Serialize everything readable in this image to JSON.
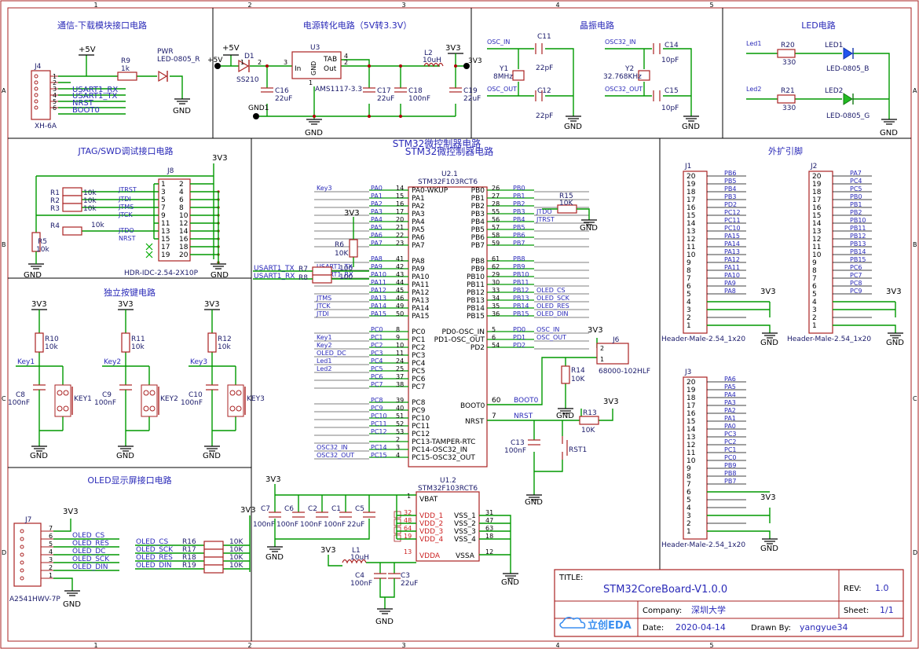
{
  "border": {
    "cols": [
      "1",
      "2",
      "3",
      "4",
      "5"
    ],
    "rows": [
      "A",
      "B",
      "C",
      "D"
    ]
  },
  "sections": {
    "comm": "通信-下载模块接口电路",
    "power": "电源转化电路（5V转3.3V）",
    "crystal": "晶振电路",
    "led": "LED电路",
    "jtag": "JTAG/SWD调试接口电路",
    "mcu_a": "STM32微控制器电路",
    "mcu_b": "STM32微控制器电路",
    "ext": "外扩引脚",
    "keys": "独立按键电路",
    "oled": "OLED显示屏接口电路"
  },
  "comm": {
    "j4": "J4",
    "j4_type": "XH-6A",
    "p5v": "+5V",
    "r9": "R9",
    "r9v": "1k",
    "pwr": "PWR",
    "pwr_type": "LED-0805_R",
    "gnd": "GND",
    "pins": [
      "1",
      "2",
      "3",
      "4",
      "5",
      "6"
    ],
    "nets": [
      "USART1_RX",
      "USART1_TX",
      "NRST",
      "BOOT0"
    ]
  },
  "power": {
    "p5v": "+5V",
    "p5v_in": "+5V",
    "d1": "D1",
    "d1_type": "SS210",
    "u3": "U3",
    "u3_in": "In",
    "u3_gnd": "GND",
    "u3_tab": "TAB",
    "u3_out": "Out",
    "u3_type": "AMS1117-3.3",
    "u3_p3": "3",
    "u3_p4": "4",
    "u3_p2": "2",
    "u3_p1": "1",
    "c16": "C16",
    "c16v": "22uF",
    "c17": "C17",
    "c17v": "22uF",
    "c18": "C18",
    "c18v": "100nF",
    "c19": "C19",
    "c19v": "22uF",
    "l2": "L2",
    "l2v": "10uH",
    "v33": "3V3",
    "v33_out": "3V3",
    "gnd1": "GND1",
    "gnd": "GND",
    "d1_p1": "1",
    "d1_p2": "2"
  },
  "crystal": {
    "osc_in": "OSC_IN",
    "osc_out": "OSC_OUT",
    "y1": "Y1",
    "y1v": "8MHz",
    "c11": "C11",
    "c11v": "22pF",
    "c12": "C12",
    "c12v": "22pF",
    "osc32_in": "OSC32_IN",
    "osc32_out": "OSC32_OUT",
    "y2": "Y2",
    "y2v": "32.768KHz",
    "c14": "C14",
    "c14v": "10pF",
    "c15": "C15",
    "c15v": "10pF",
    "gnd": "GND"
  },
  "led": {
    "led1_net": "Led1",
    "led2_net": "Led2",
    "r20": "R20",
    "r20v": "330",
    "r21": "R21",
    "r21v": "330",
    "led1": "LED1",
    "led1_type": "LED-0805_B",
    "led2": "LED2",
    "led2_type": "LED-0805_G",
    "gnd": "GND"
  },
  "jtag": {
    "j8": "J8",
    "j8_type": "HDR-IDC-2.54-2X10P",
    "v33": "3V3",
    "gnd": "GND",
    "r1": "R1",
    "r2": "R2",
    "r3": "R3",
    "r4": "R4",
    "r5": "R5",
    "rv": "10k",
    "nets": [
      "JTRST",
      "JTDI",
      "JTMS",
      "JTCK",
      "JTDO",
      "NRST"
    ],
    "left_pins": [
      "1",
      "3",
      "5",
      "7",
      "9",
      "11",
      "13",
      "15",
      "17",
      "19"
    ],
    "right_pins": [
      "2",
      "4",
      "6",
      "8",
      "10",
      "12",
      "14",
      "16",
      "18",
      "20"
    ]
  },
  "mcu": {
    "u21": "U2.1",
    "u21_type": "STM32F103RCT6",
    "left_a": [
      {
        "net": "Key3",
        "pa": "PA0",
        "n": "14",
        "p": "PA0-WKUP"
      },
      {
        "net": "",
        "pa": "PA1",
        "n": "15",
        "p": "PA1"
      },
      {
        "net": "",
        "pa": "PA2",
        "n": "16",
        "p": "PA2"
      },
      {
        "net": "",
        "pa": "PA3",
        "n": "17",
        "p": "PA3"
      },
      {
        "net": "",
        "pa": "PA4",
        "n": "20",
        "p": "PA4"
      },
      {
        "net": "",
        "pa": "PA5",
        "n": "21",
        "p": "PA5"
      },
      {
        "net": "",
        "pa": "PA6",
        "n": "22",
        "p": "PA6"
      },
      {
        "net": "",
        "pa": "PA7",
        "n": "23",
        "p": "PA7"
      }
    ],
    "left_b": [
      {
        "net": "",
        "pa": "PA8",
        "n": "41",
        "p": "PA8"
      },
      {
        "net": "USART1_TX",
        "pa": "PA9",
        "n": "42",
        "p": "PA9"
      },
      {
        "net": "USART1_RX",
        "pa": "PA10",
        "n": "43",
        "p": "PA10"
      },
      {
        "net": "",
        "pa": "PA11",
        "n": "44",
        "p": "PA11"
      },
      {
        "net": "",
        "pa": "PA12",
        "n": "45",
        "p": "PA12"
      },
      {
        "net": "JTMS",
        "pa": "PA13",
        "n": "46",
        "p": "PA13"
      },
      {
        "net": "JTCK",
        "pa": "PA14",
        "n": "49",
        "p": "PA14"
      },
      {
        "net": "JTDI",
        "pa": "PA15",
        "n": "50",
        "p": "PA15"
      }
    ],
    "left_c": [
      {
        "net": "",
        "pa": "PC0",
        "n": "8",
        "p": "PC0"
      },
      {
        "net": "Key1",
        "pa": "PC1",
        "n": "9",
        "p": "PC1"
      },
      {
        "net": "Key2",
        "pa": "PC2",
        "n": "10",
        "p": "PC2"
      },
      {
        "net": "OLED_DC",
        "pa": "PC3",
        "n": "11",
        "p": "PC3"
      },
      {
        "net": "Led1",
        "pa": "PC4",
        "n": "24",
        "p": "PC4"
      },
      {
        "net": "Led2",
        "pa": "PC5",
        "n": "25",
        "p": "PC5"
      },
      {
        "net": "",
        "pa": "PC6",
        "n": "37",
        "p": "PC6"
      },
      {
        "net": "",
        "pa": "PC7",
        "n": "38",
        "p": "PC7"
      }
    ],
    "left_d": [
      {
        "net": "",
        "pa": "PC8",
        "n": "39",
        "p": "PC8"
      },
      {
        "net": "",
        "pa": "PC9",
        "n": "40",
        "p": "PC9"
      },
      {
        "net": "",
        "pa": "PC10",
        "n": "51",
        "p": "PC10"
      },
      {
        "net": "",
        "pa": "PC11",
        "n": "52",
        "p": "PC11"
      },
      {
        "net": "",
        "pa": "PC12",
        "n": "53",
        "p": "PC12"
      },
      {
        "net": "",
        "pa": "",
        "n": "2",
        "p": "PC13-TAMPER-RTC"
      },
      {
        "net": "OSC32_IN",
        "pa": "PC14",
        "n": "3",
        "p": "PC14-OSC32_IN"
      },
      {
        "net": "OSC32_OUT",
        "pa": "PC15",
        "n": "4",
        "p": "PC15-OSC32_OUT"
      }
    ],
    "right_a": [
      {
        "p": "PB0",
        "n": "26",
        "pb": "PB0",
        "net": ""
      },
      {
        "p": "PB1",
        "n": "27",
        "pb": "PB1",
        "net": ""
      },
      {
        "p": "PB2",
        "n": "28",
        "pb": "PB2",
        "net": ""
      },
      {
        "p": "PB3",
        "n": "55",
        "pb": "PB3",
        "net": "JTDO"
      },
      {
        "p": "PB4",
        "n": "56",
        "pb": "PB4",
        "net": "JTRST"
      },
      {
        "p": "PB5",
        "n": "57",
        "pb": "PB5",
        "net": ""
      },
      {
        "p": "PB6",
        "n": "58",
        "pb": "PB6",
        "net": ""
      },
      {
        "p": "PB7",
        "n": "59",
        "pb": "PB7",
        "net": ""
      }
    ],
    "right_b": [
      {
        "p": "PB8",
        "n": "61",
        "pb": "PB8",
        "net": ""
      },
      {
        "p": "PB9",
        "n": "62",
        "pb": "PB9",
        "net": ""
      },
      {
        "p": "PB10",
        "n": "29",
        "pb": "PB10",
        "net": ""
      },
      {
        "p": "PB11",
        "n": "30",
        "pb": "PB11",
        "net": ""
      },
      {
        "p": "PB12",
        "n": "33",
        "pb": "PB12",
        "net": "OLED_CS"
      },
      {
        "p": "PB13",
        "n": "34",
        "pb": "PB13",
        "net": "OLED_SCK"
      },
      {
        "p": "PB14",
        "n": "35",
        "pb": "PB14",
        "net": "OLED_RES"
      },
      {
        "p": "PB15",
        "n": "36",
        "pb": "PB15",
        "net": "OLED_DIN"
      }
    ],
    "right_c": [
      {
        "p": "PD0-OSC_IN",
        "n": "5",
        "pb": "PD0",
        "net": "OSC_IN"
      },
      {
        "p": "PD1-OSC_OUT",
        "n": "6",
        "pb": "PD1",
        "net": "OSC_OUT"
      },
      {
        "p": "PD2",
        "n": "54",
        "pb": "PD2",
        "net": ""
      }
    ],
    "boot0_p": "BOOT0",
    "boot0_n": "60",
    "boot0_net": "BOOT0",
    "nrst_p": "NRST",
    "nrst_n": "7",
    "nrst_net": "NRST",
    "r15": "R15",
    "r15v": "10K",
    "r6": "R6",
    "r6v": "10K",
    "r7": "R7",
    "r8": "R8",
    "r78v": "100",
    "usart_tx": "USART1_TX",
    "usart_rx": "USART1_RX",
    "j6": "J6",
    "j6_type": "68000-102HLF",
    "r14": "R14",
    "r14v": "10K",
    "r13": "R13",
    "r13v": "10K",
    "c13": "C13",
    "c13v": "100nF",
    "rst1": "RST1",
    "v33": "3V3",
    "gnd": "GND"
  },
  "mcu2": {
    "u12": "U1.2",
    "u12_type": "STM32F103RCT6",
    "vbat": "VBAT",
    "vbat_n": "1",
    "vdd": [
      {
        "p": "VDD_1",
        "n": "32"
      },
      {
        "p": "VDD_2",
        "n": "48"
      },
      {
        "p": "VDD_3",
        "n": "64"
      },
      {
        "p": "VDD_4",
        "n": "19"
      }
    ],
    "vss": [
      {
        "p": "VSS_1",
        "n": "31"
      },
      {
        "p": "VSS_2",
        "n": "47"
      },
      {
        "p": "VSS_3",
        "n": "63"
      },
      {
        "p": "VSS_4",
        "n": "18"
      }
    ],
    "vdda": "VDDA",
    "vdda_n": "13",
    "vssa": "VSSA",
    "vssa_n": "12",
    "caps": [
      {
        "r": "C7",
        "v": "100nF"
      },
      {
        "r": "C6",
        "v": "100nF"
      },
      {
        "r": "C2",
        "v": "100nF"
      },
      {
        "r": "C1",
        "v": "100nF"
      },
      {
        "r": "C5",
        "v": "22uF"
      }
    ],
    "l1": "L1",
    "l1v": "10uH",
    "c4": "C4",
    "c4v": "100nF",
    "c3": "C3",
    "c3v": "22uF",
    "v33": "3V3",
    "gnd": "GND"
  },
  "keys": {
    "v33": "3V3",
    "gnd": "GND",
    "items": [
      {
        "r": "R10",
        "rv": "10k",
        "net": "Key1",
        "c": "C8",
        "cv": "100nF",
        "k": "KEY1"
      },
      {
        "r": "R11",
        "rv": "10k",
        "net": "Key2",
        "c": "C9",
        "cv": "100nF",
        "k": "KEY2"
      },
      {
        "r": "R12",
        "rv": "10k",
        "net": "Key3",
        "c": "C10",
        "cv": "100nF",
        "k": "KEY3"
      }
    ]
  },
  "oled": {
    "j7": "J7",
    "j7_type": "A2541HWV-7P",
    "v33": "3V3",
    "gnd": "GND",
    "pins": [
      "7",
      "6",
      "5",
      "4",
      "3",
      "2",
      "1"
    ],
    "nets": [
      "OLED_CS",
      "OLED_RES",
      "OLED_DC",
      "OLED_SCK",
      "OLED_DIN"
    ],
    "res": [
      {
        "net": "OLED_CS",
        "r": "R16",
        "v": "10K"
      },
      {
        "net": "OLED_SCK",
        "r": "R17",
        "v": "10K"
      },
      {
        "net": "OLED_RES",
        "r": "R18",
        "v": "10K"
      },
      {
        "net": "OLED_DIN",
        "r": "R19",
        "v": "10K"
      }
    ]
  },
  "headers": {
    "j1": "J1",
    "j2": "J2",
    "j3": "J3",
    "type": "Header-Male-2.54_1x20",
    "v33": "3V3",
    "gnd": "GND",
    "nums": [
      "20",
      "19",
      "18",
      "17",
      "16",
      "15",
      "14",
      "13",
      "12",
      "11",
      "10",
      "9",
      "8",
      "7",
      "6",
      "5",
      "4",
      "3",
      "2",
      "1"
    ],
    "j1_nets": [
      "PB6",
      "PB5",
      "PB4",
      "PB3",
      "PD2",
      "PC12",
      "PC11",
      "PC10",
      "PA15",
      "PA14",
      "PA13",
      "PA12",
      "PA11",
      "PA10",
      "PA9",
      "PA8"
    ],
    "j2_nets": [
      "PA7",
      "PC4",
      "PC5",
      "PB0",
      "PB1",
      "PB2",
      "PB10",
      "PB11",
      "PB12",
      "PB13",
      "PB14",
      "PB15",
      "PC6",
      "PC7",
      "PC8",
      "PC9"
    ],
    "j3_nets": [
      "PA6",
      "PA5",
      "PA4",
      "PA3",
      "PA2",
      "PA1",
      "PA0",
      "PC3",
      "PC2",
      "PC1",
      "PC0",
      "PB9",
      "PB8",
      "PB7"
    ]
  },
  "title_block": {
    "title_label": "TITLE:",
    "title": "STM32CoreBoard-V1.0.0",
    "rev_label": "REV:",
    "rev": "1.0",
    "company_label": "Company:",
    "company": "深圳大学",
    "sheet_label": "Sheet:",
    "sheet": "1/1",
    "date_label": "Date:",
    "date": "2020-04-14",
    "drawn_label": "Drawn By:",
    "drawn": "yangyue34",
    "logo": "立创EDA"
  },
  "colors": {
    "wire": "#009900",
    "part": "#aa2222",
    "text": "#2a2ab8"
  }
}
